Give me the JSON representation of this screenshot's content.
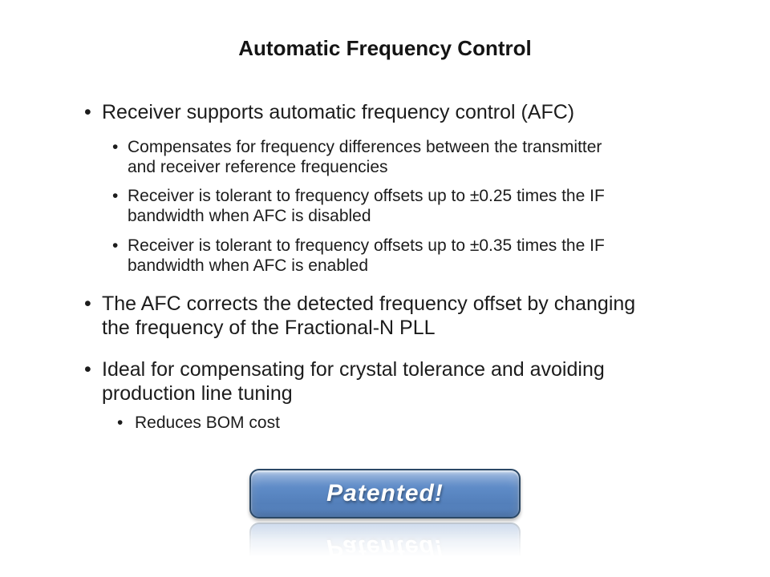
{
  "slide": {
    "title": "Automatic Frequency Control",
    "bullet_char": "•",
    "bullets": [
      {
        "level": 1,
        "lines": [
          "Receiver supports automatic frequency control (AFC)"
        ]
      },
      {
        "level": 2,
        "lines": [
          "Compensates for frequency differences between the transmitter",
          "and receiver reference frequencies"
        ]
      },
      {
        "level": 2,
        "lines": [
          "Receiver is tolerant to frequency offsets up to ±0.25 times the IF",
          "bandwidth when AFC is disabled"
        ]
      },
      {
        "level": 2,
        "lines": [
          "Receiver is tolerant to frequency offsets up to ±0.35 times the IF",
          "bandwidth when AFC is enabled"
        ]
      },
      {
        "level": 1,
        "lines": [
          "The AFC corrects the detected frequency offset by changing",
          "the frequency of the Fractional-N PLL"
        ]
      },
      {
        "level": 1,
        "lines": [
          "Ideal for compensating for crystal tolerance and avoiding",
          "production line tuning"
        ]
      },
      {
        "level": 2,
        "lines": [
          "Reduces BOM cost"
        ]
      }
    ],
    "badge": {
      "label": "Patented!"
    },
    "colors": {
      "text": "#1c1c1c",
      "badge_fill_top": "#a6bfe0",
      "badge_fill": "#5987c6",
      "badge_border": "#2b4866",
      "badge_text": "#ffffff"
    }
  }
}
